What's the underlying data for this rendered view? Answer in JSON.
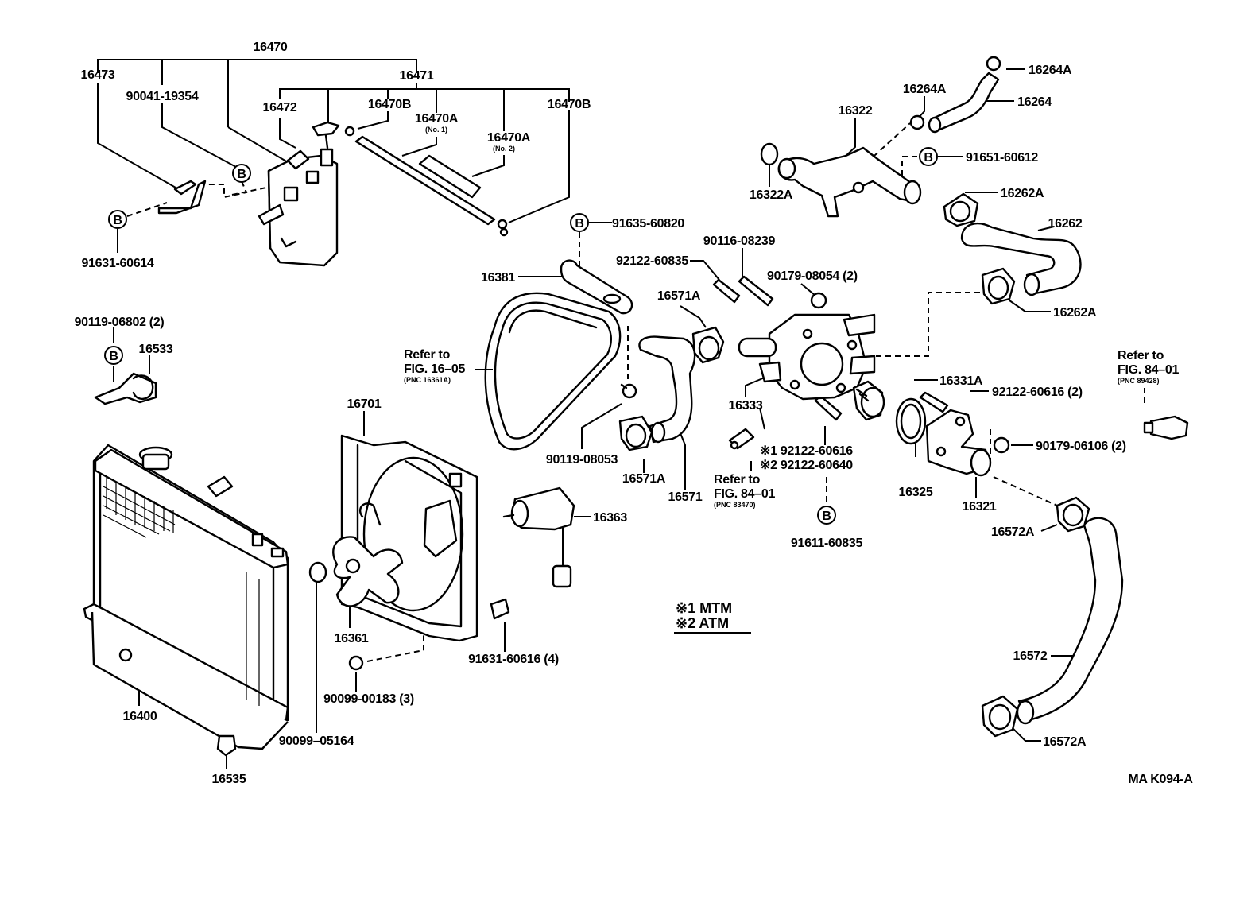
{
  "labels": {
    "p16470": "16470",
    "p16473": "16473",
    "p90041_19354": "90041-19354",
    "p16471": "16471",
    "p16472": "16472",
    "p16470B_1": "16470B",
    "p16470A_1": "16470A",
    "no1": "(No. 1)",
    "p16470A_2": "16470A",
    "no2": "(No. 2)",
    "p16470B_2": "16470B",
    "p91631_60614": "91631-60614",
    "p91635_60820": "91635-60820",
    "p16381": "16381",
    "p92122_60835": "92122-60835",
    "p90116_08239": "90116-08239",
    "p90179_08054": "90179-08054 (2)",
    "p16571A_1": "16571A",
    "p90119_06802": "90119-06802 (2)",
    "p16533": "16533",
    "refer1": "Refer to",
    "fig1605": "FIG. 16–05",
    "pnc16361a": "(PNC 16361A)",
    "p16701": "16701",
    "p90119_08053": "90119-08053",
    "p16571A_2": "16571A",
    "p16571": "16571",
    "p16333": "16333",
    "mtm_ref": "※1 92122-60616",
    "atm_ref": "※2 92122-60640",
    "refer2": "Refer to",
    "fig8401a": "FIG. 84–01",
    "pnc83470": "(PNC 83470)",
    "p91611_60835": "91611-60835",
    "p16363": "16363",
    "p16361": "16361",
    "p91631_60616": "91631-60616 (4)",
    "p90099_00183": "90099-00183 (3)",
    "p16400": "16400",
    "p90099_05164": "90099–05164",
    "p16535": "16535",
    "legend_mtm": "※1  MTM",
    "legend_atm": "※2  ATM",
    "p16264A_1": "16264A",
    "p16264A_2": "16264A",
    "p16264": "16264",
    "p16322": "16322",
    "p16322A": "16322A",
    "p91651_60612": "91651-60612",
    "p16262A_1": "16262A",
    "p16262": "16262",
    "p16262A_2": "16262A",
    "p16331A": "16331A",
    "p92122_60616": "92122-60616 (2)",
    "refer3": "Refer to",
    "fig8401b": "FIG. 84–01",
    "pnc89428": "(PNC 89428)",
    "p90179_06106": "90179-06106 (2)",
    "p16325": "16325",
    "p16321": "16321",
    "p16572A_1": "16572A",
    "p16572": "16572",
    "p16572A_2": "16572A",
    "figure_code": "MA K094-A",
    "b_marker": "B"
  }
}
